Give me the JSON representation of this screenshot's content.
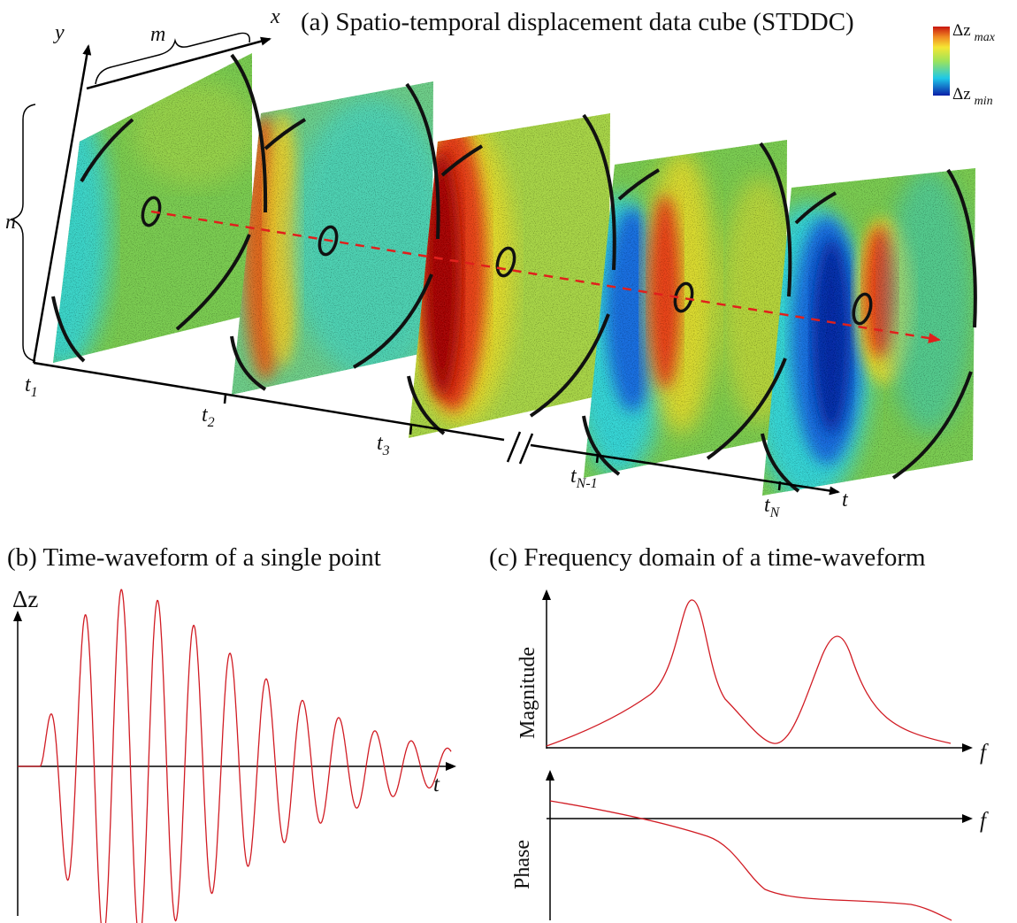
{
  "panel_a": {
    "title": "(a) Spatio-temporal displacement data cube (STDDC)",
    "axis_x": "x",
    "axis_y": "y",
    "axis_t": "t",
    "dim_m": "m",
    "dim_n": "n",
    "time_labels": [
      {
        "base": "t",
        "sub": "1"
      },
      {
        "base": "t",
        "sub": "2"
      },
      {
        "base": "t",
        "sub": "3"
      },
      {
        "base": "t",
        "sub": "N-1"
      },
      {
        "base": "t",
        "sub": "N"
      }
    ],
    "colorbar": {
      "max_label": "Δz",
      "max_sub": "max",
      "min_label": "Δz",
      "min_sub": "min",
      "colors": [
        "#0b1fa8",
        "#1ec8e8",
        "#9ee35a",
        "#f5e633",
        "#f08a22",
        "#c8150f"
      ]
    },
    "frame_colors": {
      "base": "#7ccd52",
      "cold": "#1f6fe0",
      "deep_cold": "#0c2ea8",
      "cyan": "#39d6d6",
      "hot": "#e8431c",
      "deep_hot": "#a8100c",
      "yellow": "#e6dc2e"
    },
    "tracking_line_color": "#e0201c"
  },
  "panel_b": {
    "title": "(b) Time-waveform of a single point",
    "ylabel": "Δz",
    "xlabel": "t",
    "curve_color": "#d11c24"
  },
  "panel_c": {
    "title": "(c) Frequency domain of a time-waveform",
    "magnitude_label": "Magnitude",
    "phase_label": "Phase",
    "freq_label": "f",
    "curve_color": "#d11c24"
  }
}
